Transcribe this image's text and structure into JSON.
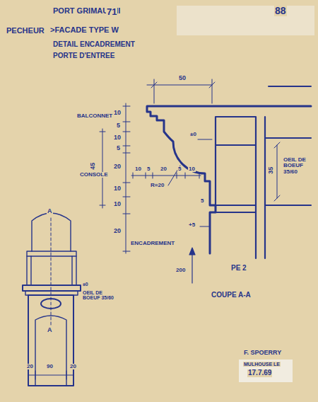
{
  "diagram": {
    "title": "PORT GRIMAUD II",
    "labels": [
      "71",
      "88",
      "PECHEUR",
      ">FACADE TYPE W",
      "DETAIL ENCADREMENT",
      "PORTE D'ENTREE",
      "50",
      "BALCONNET",
      "CONSOLE",
      "45",
      "10",
      "5",
      "10",
      "5",
      "20",
      "10",
      "10",
      "20",
      "10",
      "5",
      "20",
      "5",
      "10",
      "R=20",
      "±0",
      "5",
      "+5",
      "OEIL DE BOEUF 35/60",
      "35",
      "ENCADREMENT",
      "200",
      "PE 2",
      "COUPE A-A",
      "A",
      "A",
      "±0",
      "OEIL DE BOEUF 35/60",
      "20",
      "90",
      "20",
      "F. SPOERRY",
      "MULHOUSE LE",
      "17.7.69"
    ]
  }
}
